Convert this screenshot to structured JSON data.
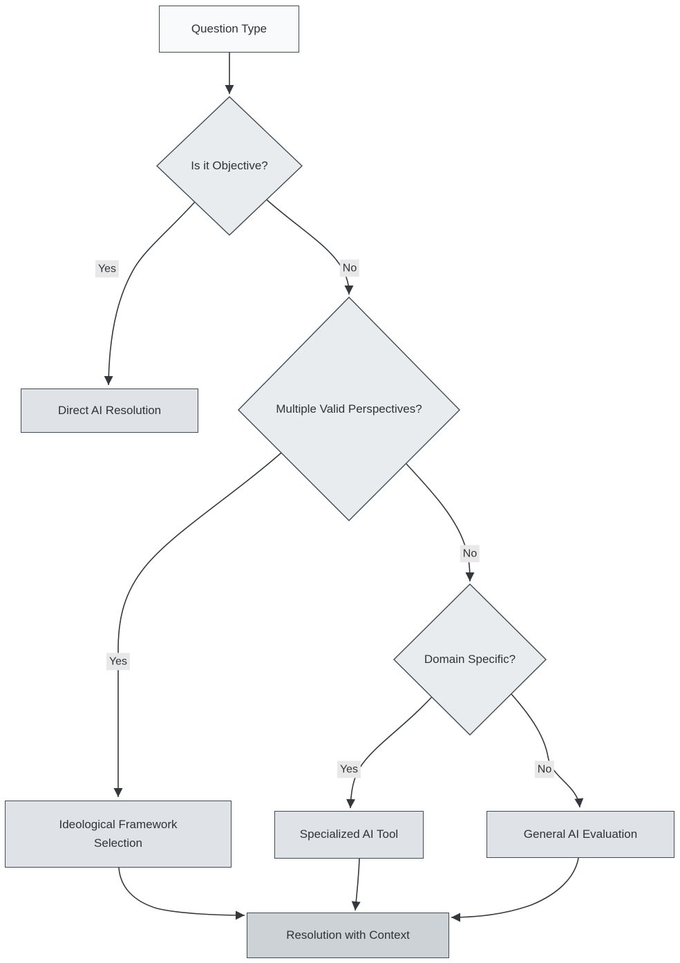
{
  "diagram": {
    "type": "flowchart",
    "direction": "top-down",
    "nodes": {
      "question_type": {
        "label": "Question Type",
        "shape": "rect",
        "role": "start"
      },
      "is_objective": {
        "label": "Is it Objective?",
        "shape": "diamond",
        "role": "decision"
      },
      "direct_ai_resolution": {
        "label": "Direct AI Resolution",
        "shape": "rect",
        "role": "process"
      },
      "multiple_valid_perspectives": {
        "label": "Multiple Valid Perspectives?",
        "shape": "diamond",
        "role": "decision"
      },
      "ideological_framework_selection": {
        "label": "Ideological Framework Selection",
        "shape": "rect",
        "role": "process"
      },
      "domain_specific": {
        "label": "Domain Specific?",
        "shape": "diamond",
        "role": "decision"
      },
      "specialized_ai_tool": {
        "label": "Specialized AI Tool",
        "shape": "rect",
        "role": "process"
      },
      "general_ai_evaluation": {
        "label": "General AI Evaluation",
        "shape": "rect",
        "role": "process"
      },
      "resolution_with_context": {
        "label": "Resolution with Context",
        "shape": "rect",
        "role": "result"
      }
    },
    "edges": [
      {
        "from": "question_type",
        "to": "is_objective",
        "label": ""
      },
      {
        "from": "is_objective",
        "to": "direct_ai_resolution",
        "label": "Yes"
      },
      {
        "from": "is_objective",
        "to": "multiple_valid_perspectives",
        "label": "No"
      },
      {
        "from": "multiple_valid_perspectives",
        "to": "ideological_framework_selection",
        "label": "Yes"
      },
      {
        "from": "multiple_valid_perspectives",
        "to": "domain_specific",
        "label": "No"
      },
      {
        "from": "domain_specific",
        "to": "specialized_ai_tool",
        "label": "Yes"
      },
      {
        "from": "domain_specific",
        "to": "general_ai_evaluation",
        "label": "No"
      },
      {
        "from": "ideological_framework_selection",
        "to": "resolution_with_context",
        "label": ""
      },
      {
        "from": "specialized_ai_tool",
        "to": "resolution_with_context",
        "label": ""
      },
      {
        "from": "general_ai_evaluation",
        "to": "resolution_with_context",
        "label": ""
      }
    ],
    "colors": {
      "canvas-bg": "#ffffff",
      "node-border": "#404a53",
      "edge-stroke": "#33383d",
      "start-fill": "#f8fafb",
      "decision-fill": "#e9ecee",
      "process-fill": "#dfe3e8",
      "result-fill": "#cdd2d7",
      "edge-label-bg": "#e8e8e8",
      "text": "#2e3338"
    }
  }
}
